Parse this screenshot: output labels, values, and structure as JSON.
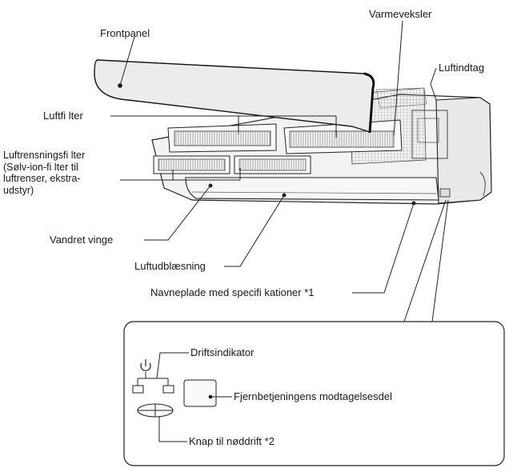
{
  "labels": {
    "frontpanel": "Frontpanel",
    "varmeveksler": "Varmeveksler",
    "luftindtag": "Luftindtag",
    "luftfilter": "Luftfi lter",
    "luftrensningsfilter": [
      "Luftrensningsfi lter",
      "(Sølv-ion-fi lter til",
      "luftrenser, ekstra-",
      "udstyr)"
    ],
    "vandret_vinge": "Vandret vinge",
    "luftudblaesning": "Luftudblæsning",
    "navneplade": "Navneplade med specifi kationer *1"
  },
  "detail": {
    "driftsindikator": "Driftsindikator",
    "fjernbetjening": "Fjernbetjeningens modtagelsesdel",
    "knap": "Knap til nøddrift *2"
  },
  "colors": {
    "line": "#222222",
    "panel_fill": "#f4f4f4",
    "dark": "#111111"
  }
}
